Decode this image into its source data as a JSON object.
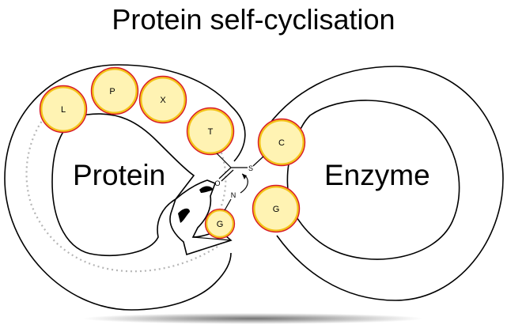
{
  "title": "Protein self-cyclisation",
  "labels": {
    "protein": "Protein",
    "enzyme": "Enzyme"
  },
  "residues": {
    "l": "L",
    "p": "P",
    "x": "X",
    "t": "T",
    "g_protein": "G",
    "c_enzyme": "C",
    "g_enzyme": "G"
  },
  "atoms": {
    "o_carbonyl": "O",
    "s_thioester": "S",
    "n_amine": "N"
  },
  "colors": {
    "residue_fill": "#fff3b3",
    "residue_outer": "#d8192a",
    "residue_inner": "#f3c318",
    "dotted_path": "#b5b5b5"
  }
}
